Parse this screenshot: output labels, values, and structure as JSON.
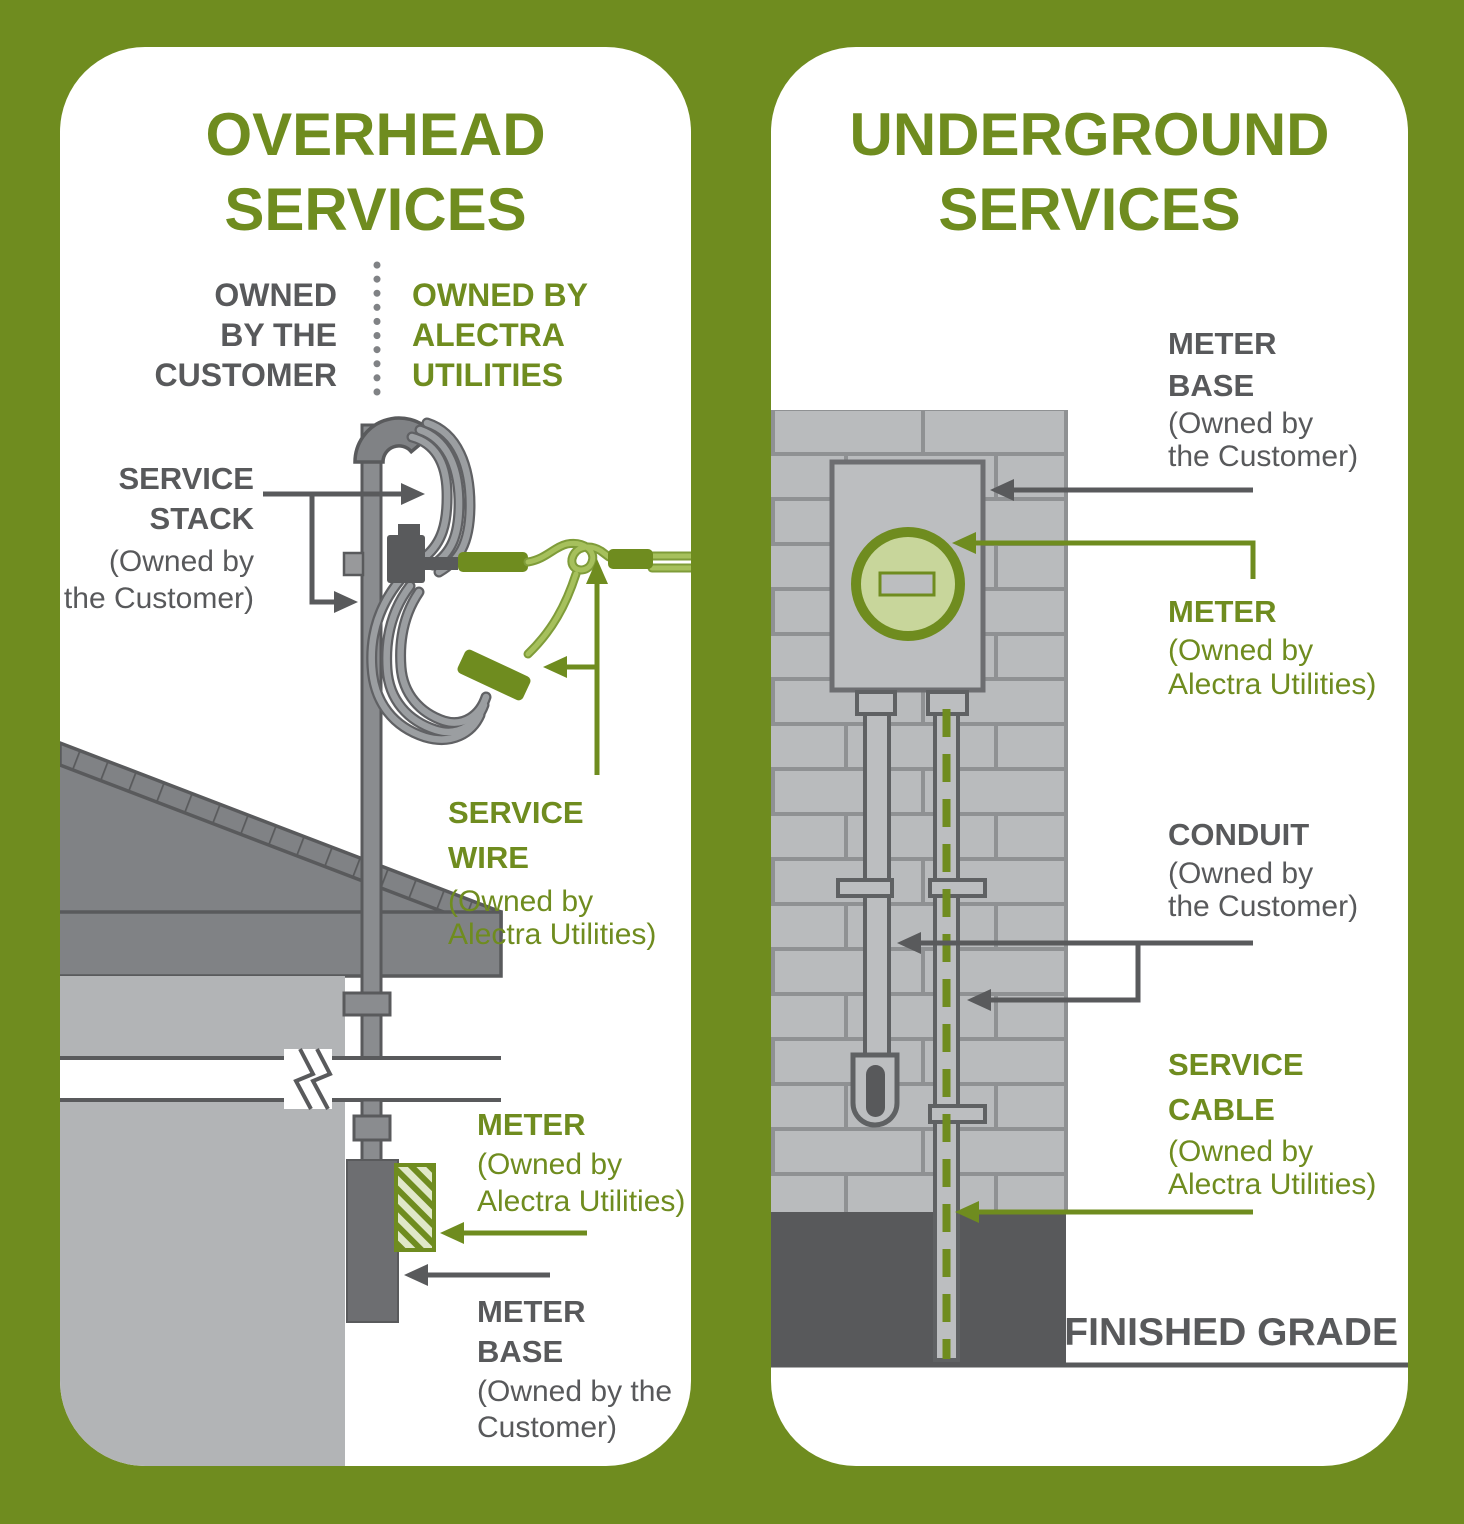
{
  "colors": {
    "green_accent": "#6f8c1f",
    "green_wire": "#a6c05c",
    "green_pale": "#c8d69b",
    "gray_text": "#58595b",
    "gray_mid": "#808285",
    "gray_light": "#b9bbbd",
    "white": "#ffffff"
  },
  "left": {
    "title": [
      "OVERHEAD",
      "SERVICES"
    ],
    "owned_customer": [
      "OWNED",
      "BY THE",
      "CUSTOMER"
    ],
    "owned_alectra": [
      "OWNED BY",
      "ALECTRA",
      "UTILITIES"
    ],
    "service_stack": {
      "name": [
        "SERVICE",
        "STACK"
      ],
      "owner": [
        "(Owned by",
        "the Customer)"
      ]
    },
    "service_wire": {
      "name": [
        "SERVICE",
        "WIRE"
      ],
      "owner": [
        "(Owned by",
        "Alectra Utilities)"
      ]
    },
    "meter": {
      "name": [
        "METER"
      ],
      "owner": [
        "(Owned by",
        "Alectra Utilities)"
      ]
    },
    "meter_base": {
      "name": [
        "METER",
        "BASE"
      ],
      "owner": [
        "(Owned by the",
        "Customer)"
      ]
    }
  },
  "right": {
    "title": [
      "UNDERGROUND",
      "SERVICES"
    ],
    "meter_base": {
      "name": [
        "METER",
        "BASE"
      ],
      "owner": [
        "(Owned by",
        "the Customer)"
      ]
    },
    "meter": {
      "name": [
        "METER"
      ],
      "owner": [
        "(Owned by",
        "Alectra Utilities)"
      ]
    },
    "conduit": {
      "name": [
        "CONDUIT"
      ],
      "owner": [
        "(Owned by",
        "the Customer)"
      ]
    },
    "service_cable": {
      "name": [
        "SERVICE",
        "CABLE"
      ],
      "owner": [
        "(Owned by",
        "Alectra Utilities)"
      ]
    },
    "finished_grade": "FINISHED GRADE"
  }
}
